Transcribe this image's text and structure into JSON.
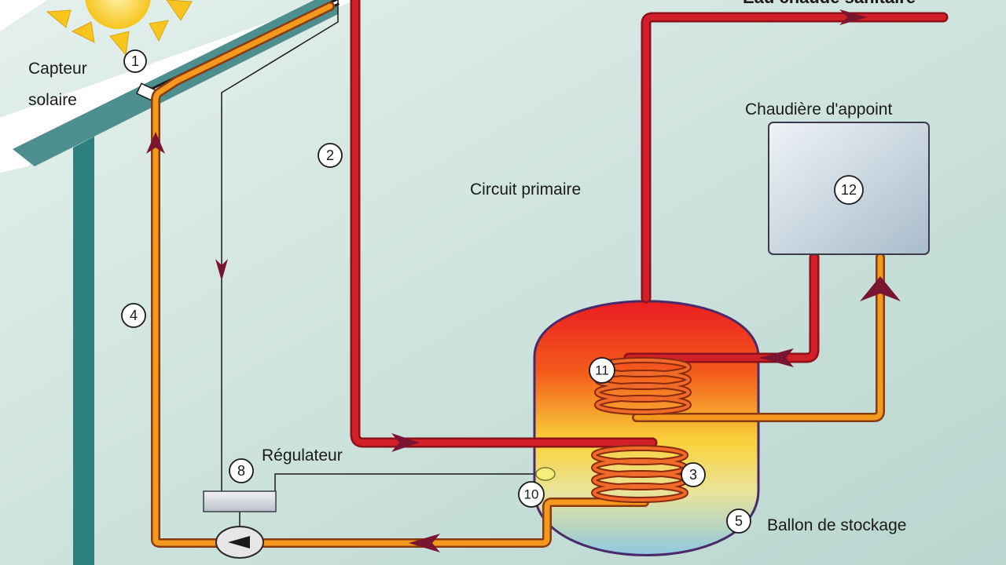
{
  "labels": {
    "top_partial": "Eau chaude sanitaire",
    "collector_line1": "Capteur",
    "collector_line2": "solaire",
    "boiler": "Chaudière d'appoint",
    "circuit": "Circuit primaire",
    "regulator": "Régulateur",
    "tank": "Ballon de stockage"
  },
  "markers": {
    "m1": "1",
    "m2": "2",
    "m3": "3",
    "m4": "4",
    "m5": "5",
    "m8": "8",
    "m10": "10",
    "m11": "11",
    "m12": "12"
  },
  "colors": {
    "house_interior": "#cfe3de",
    "roof": "#4d8e8e",
    "wall": "#2e8080",
    "hot_pipe": "#d2202a",
    "cool_pipe": "#f39a1e",
    "control_line": "#1a1a1a",
    "arrow": "#7a1530",
    "sun": "#f7c51e"
  }
}
